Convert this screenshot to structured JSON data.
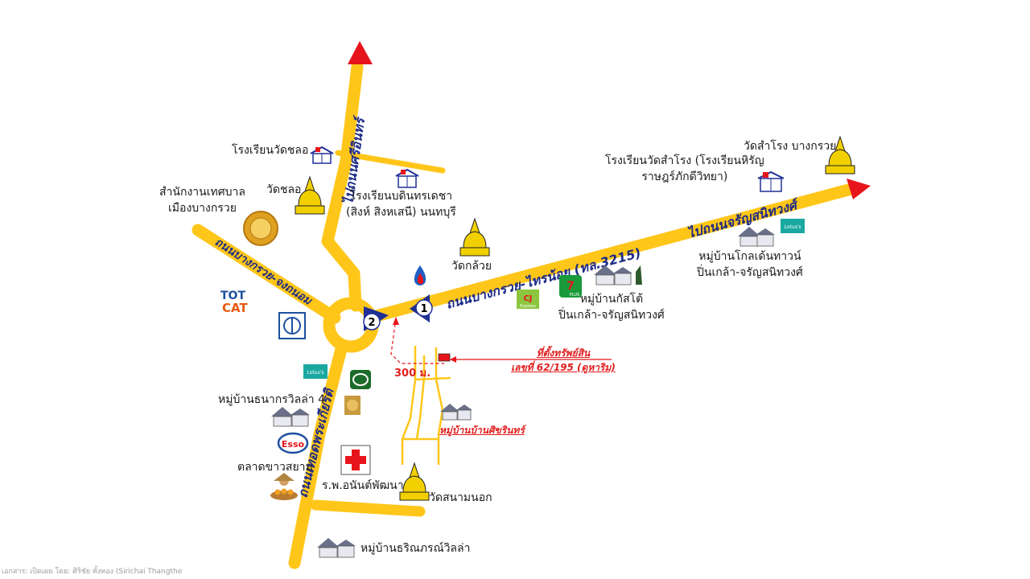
{
  "roads": {
    "north": "ไปถนนศรีอินทร์",
    "east_main": "ถนนบางกรวย-ไทรน้อย (ทล.3215)",
    "east_far": "ไปถนนจรัญสนิทวงศ์",
    "west": "ถนนบางกรวย-จงถนอม",
    "south": "ถนนเทอดพระเกียรติ"
  },
  "distance": "300 ม.",
  "markers": {
    "one": "1",
    "two": "2"
  },
  "property": {
    "label_line1": "ที่ตั้งทรัพย์สิน",
    "label_line2": "เลขที่ 62/195 (ดูหาริม)",
    "village": "หมู่บ้านบ้านศิขรินทร์"
  },
  "places": {
    "school_chalo": "โรงเรียนวัดชลอ",
    "wat_chalo": "วัดชลอ",
    "municipal_line1": "สำนักงานเทศบาล",
    "municipal_line2": "เมืองบางกรวย",
    "school_bodin_line1": "โรงเรียนบดินทรเดชา",
    "school_bodin_line2": "(สิงห์ สิงหเสนี) นนทบุรี",
    "wat_kluai": "วัดกล้วย",
    "wat_samrong": "วัดสำโรง บางกรวย",
    "school_samrong_line1": "โรงเรียนวัดสำโรง (โรงเรียนหิรัญ",
    "school_samrong_line2": "ราษฎร์ภักดีวิทยา)",
    "golden_town_line1": "หมู่บ้านโกลเด้นทาวน์",
    "golden_town_line2": "ปิ่นเกล้า-จรัญสนิทวงศ์",
    "casa_line1": "หมู่บ้านกัสโต้",
    "casa_line2": "ปิ่นเกล้า-จรัญสนิทวงศ์",
    "thanakorn": "หมู่บ้านธนากรวิลล่า 4",
    "market": "ตลาดขาวสยาม",
    "hospital": "ร.พ.อนันต์พัฒนา",
    "wat_sanam_nok": "วัดสนามนอก",
    "tharinporn": "หมู่บ้านธริณภรณ์วิลล่า"
  },
  "logos": {
    "tot": "TOT",
    "cat": "CAT",
    "lotus": "Lotus's",
    "esso": "Esso",
    "cj": "CJ",
    "cj_sub": "Express",
    "seven": "7",
    "seven_sub": "PLUS"
  },
  "footer": "เอกสาร: เปิดเผย โดย: ศิริชัย ทั้งทอง (Sirichai Thangthe",
  "colors": {
    "road": "#ffc61a",
    "road_label": "#1d2b86",
    "arrow_red": "#e8141b",
    "marker_blue": "#1f2f96",
    "pagoda": "#f2d000",
    "property_red": "#e02020"
  }
}
